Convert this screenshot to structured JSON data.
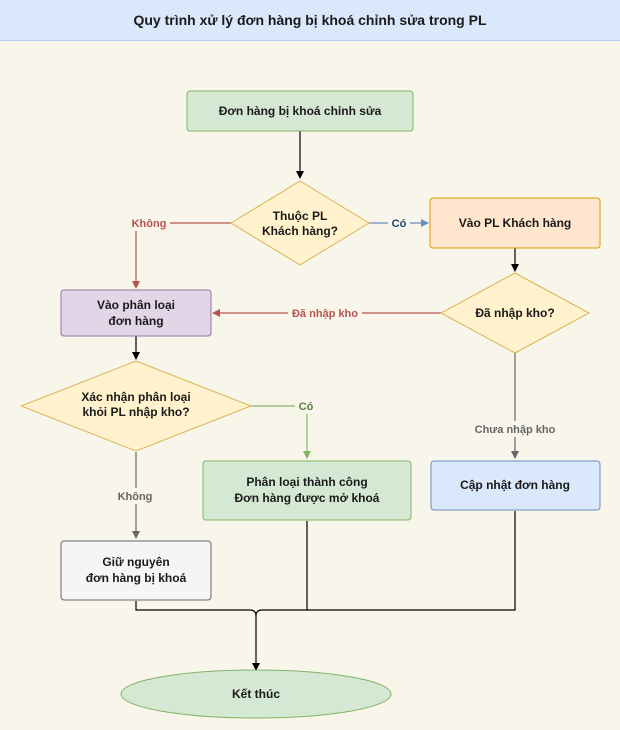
{
  "title": "Quy trình xử lý đơn hàng bị khoá chỉnh sửa trong PL",
  "colors": {
    "background": "#f8f5ea",
    "header": "#dae8fc",
    "green_fill": "#d5e8d4",
    "green_stroke": "#82b366",
    "yellow_fill": "#fff2cc",
    "yellow_stroke": "#d6b656",
    "orange_fill": "#ffe6cc",
    "orange_stroke": "#d79b00",
    "purple_fill": "#e1d5e7",
    "purple_stroke": "#9673a6",
    "blue_fill": "#dae8fc",
    "blue_stroke": "#6c8ebf",
    "gray_fill": "#f5f5f5",
    "gray_stroke": "#666666",
    "red_edge": "#b85450",
    "blue_edge": "#6c8ebf",
    "green_edge": "#82b366",
    "gray_edge": "#666666"
  },
  "nodes": {
    "start": {
      "lines": [
        "Đơn hàng bị khoá chỉnh sửa"
      ]
    },
    "check_pl": {
      "lines": [
        "Thuộc PL",
        "Khách hàng?"
      ]
    },
    "go_pl": {
      "lines": [
        "Vào PL Khách hàng"
      ]
    },
    "imported": {
      "lines": [
        "Đã nhập kho?"
      ]
    },
    "classify": {
      "lines": [
        "Vào phân loại",
        "đơn hàng"
      ]
    },
    "confirm": {
      "lines": [
        "Xác nhận phân loại",
        "khỏi PL nhập kho?"
      ]
    },
    "success": {
      "lines": [
        "Phân loại thành công",
        "Đơn hàng được mở khoá"
      ]
    },
    "update": {
      "lines": [
        "Cập nhật đơn hàng"
      ]
    },
    "keep": {
      "lines": [
        "Giữ nguyên",
        "đơn hàng bị khoá"
      ]
    },
    "end": {
      "lines": [
        "Kết thúc"
      ]
    }
  },
  "edge_labels": {
    "no_pl": "Không",
    "yes_pl": "Có",
    "imported_yes": "Đã nhập kho",
    "yes_confirm": "Có",
    "no_confirm": "Không",
    "not_imported": "Chưa nhập kho"
  }
}
